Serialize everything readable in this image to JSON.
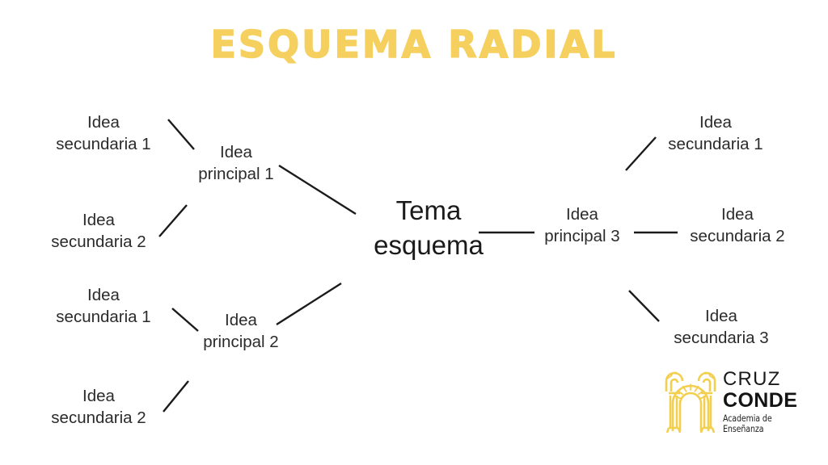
{
  "meta": {
    "background_color": "#ffffff",
    "accent_color": "#F5D05F",
    "text_color": "#2b2b2b",
    "line_color": "#1b1b1b"
  },
  "title": "ESQUEMA RADIAL",
  "diagram": {
    "type": "radial-mind-map",
    "center": {
      "label": "Tema\nesquema"
    },
    "branches": [
      {
        "side": "left",
        "primary": "Idea\nprincipal 1",
        "secondaries": [
          "Idea\nsecundaria 1",
          "Idea\nsecundaria 2"
        ]
      },
      {
        "side": "left",
        "primary": "Idea\nprincipal 2",
        "secondaries": [
          "Idea\nsecundaria 1",
          "Idea\nsecundaria 2"
        ]
      },
      {
        "side": "right",
        "primary": "Idea\nprincipal 3",
        "secondaries": [
          "Idea\nsecundaria 1",
          "Idea\nsecundaria 2",
          "Idea\nsecundaria 3"
        ]
      }
    ]
  },
  "nodes": {
    "left_top_sec1": "Idea\nsecundaria 1",
    "left_top_sec2": "Idea\nsecundaria 2",
    "left_primary_1": "Idea\nprincipal 1",
    "left_bottom_sec1": "Idea\nsecundaria 1",
    "left_bottom_sec2": "Idea\nsecundaria 2",
    "left_primary_2": "Idea\nprincipal 2",
    "center_topic": "Tema\nesquema",
    "right_primary_3": "Idea\nprincipal 3",
    "right_sec1": "Idea\nsecundaria 1",
    "right_sec2": "Idea\nsecundaria 2",
    "right_sec3": "Idea\nsecundaria 3"
  },
  "logo": {
    "name_line1": "CRUZ",
    "name_line2": "CONDE",
    "tagline": "Academia de Enseñanza",
    "mark_color": "#F3CF4E",
    "mark_icon": "moorish-arch-icon"
  }
}
